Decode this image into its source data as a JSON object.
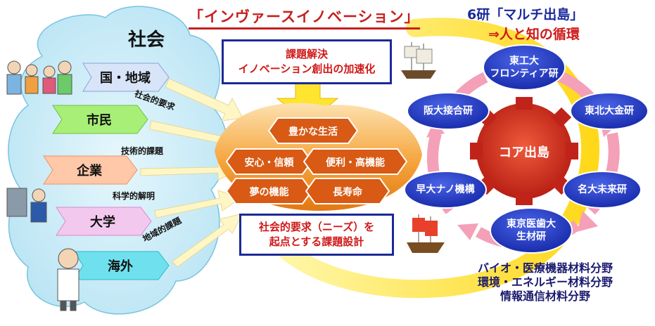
{
  "header": {
    "title": "「インヴァースイノベーション」",
    "right_line1": "6研「マルチ出島」",
    "right_line2": "⇒人と知の循環"
  },
  "society": {
    "title": "社会",
    "actors": [
      "国・地域",
      "市民",
      "企業",
      "大学",
      "海外"
    ],
    "requirements": [
      "社会的要求",
      "技術的課題",
      "科学的解明",
      "地域的課題"
    ]
  },
  "center": {
    "top_box": [
      "課題解決",
      "イノベーション創出の加速化"
    ],
    "bottom_box": [
      "社会的要求（ニーズ）を",
      "起点とする課題設計"
    ],
    "outcomes": [
      "豊かな生活",
      "安心・信頼",
      "便利・高機能",
      "夢の機能",
      "長寿命"
    ]
  },
  "network": {
    "core": "コア出島",
    "nodes": [
      {
        "lines": [
          "東工大",
          "フロンティア研"
        ]
      },
      {
        "lines": [
          "東北大金研"
        ]
      },
      {
        "lines": [
          "名大未来研"
        ]
      },
      {
        "lines": [
          "東京医歯大",
          "生材研"
        ]
      },
      {
        "lines": [
          "早大ナノ機構"
        ]
      },
      {
        "lines": [
          "阪大接合研"
        ]
      }
    ]
  },
  "fields": [
    "バイオ・医療機器材料分野",
    "環境・エネルギー材料分野",
    "情報通信材料分野"
  ],
  "colors": {
    "title_red": "#c81e1e",
    "navy": "#1b2a96",
    "node_blue": "#1f35c8",
    "core_red": "#d22a1c",
    "cloud_blue": "#c9ecf7",
    "pink_arrow": "#f4a0b8",
    "orange": "#f28b1e"
  }
}
